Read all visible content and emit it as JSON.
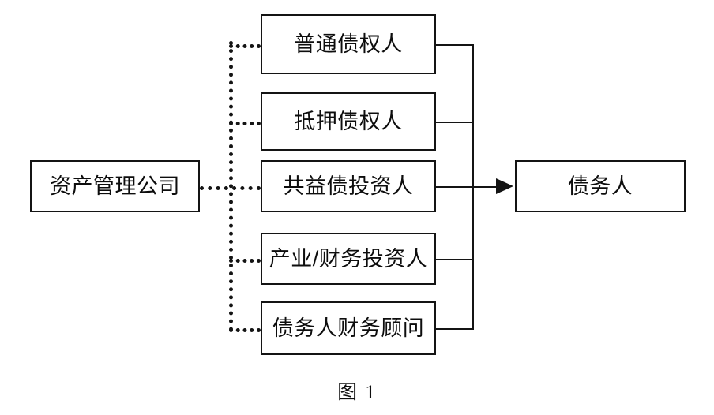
{
  "figure": {
    "caption": "图  1",
    "caption_prefix": "图",
    "caption_number": "1"
  },
  "colors": {
    "stroke": "#141414",
    "text": "#0d0d0d",
    "background": "#ffffff"
  },
  "diagram": {
    "type": "flow-diagram",
    "source": {
      "id": "amc",
      "label": "资产管理公司"
    },
    "target": {
      "id": "debtor",
      "label": "债务人"
    },
    "stakeholders": [
      {
        "id": "s0",
        "label": "普通债权人"
      },
      {
        "id": "s1",
        "label": "抵押债权人"
      },
      {
        "id": "s2",
        "label": "共益债投资人"
      },
      {
        "id": "s3",
        "label": "产业/财务投资人"
      },
      {
        "id": "s4",
        "label": "债务人财务顾问"
      }
    ],
    "connections": {
      "source_to_stakeholders_style": "dotted",
      "stakeholders_to_target_style": "solid-arrow",
      "arrow_direction": "right"
    }
  }
}
